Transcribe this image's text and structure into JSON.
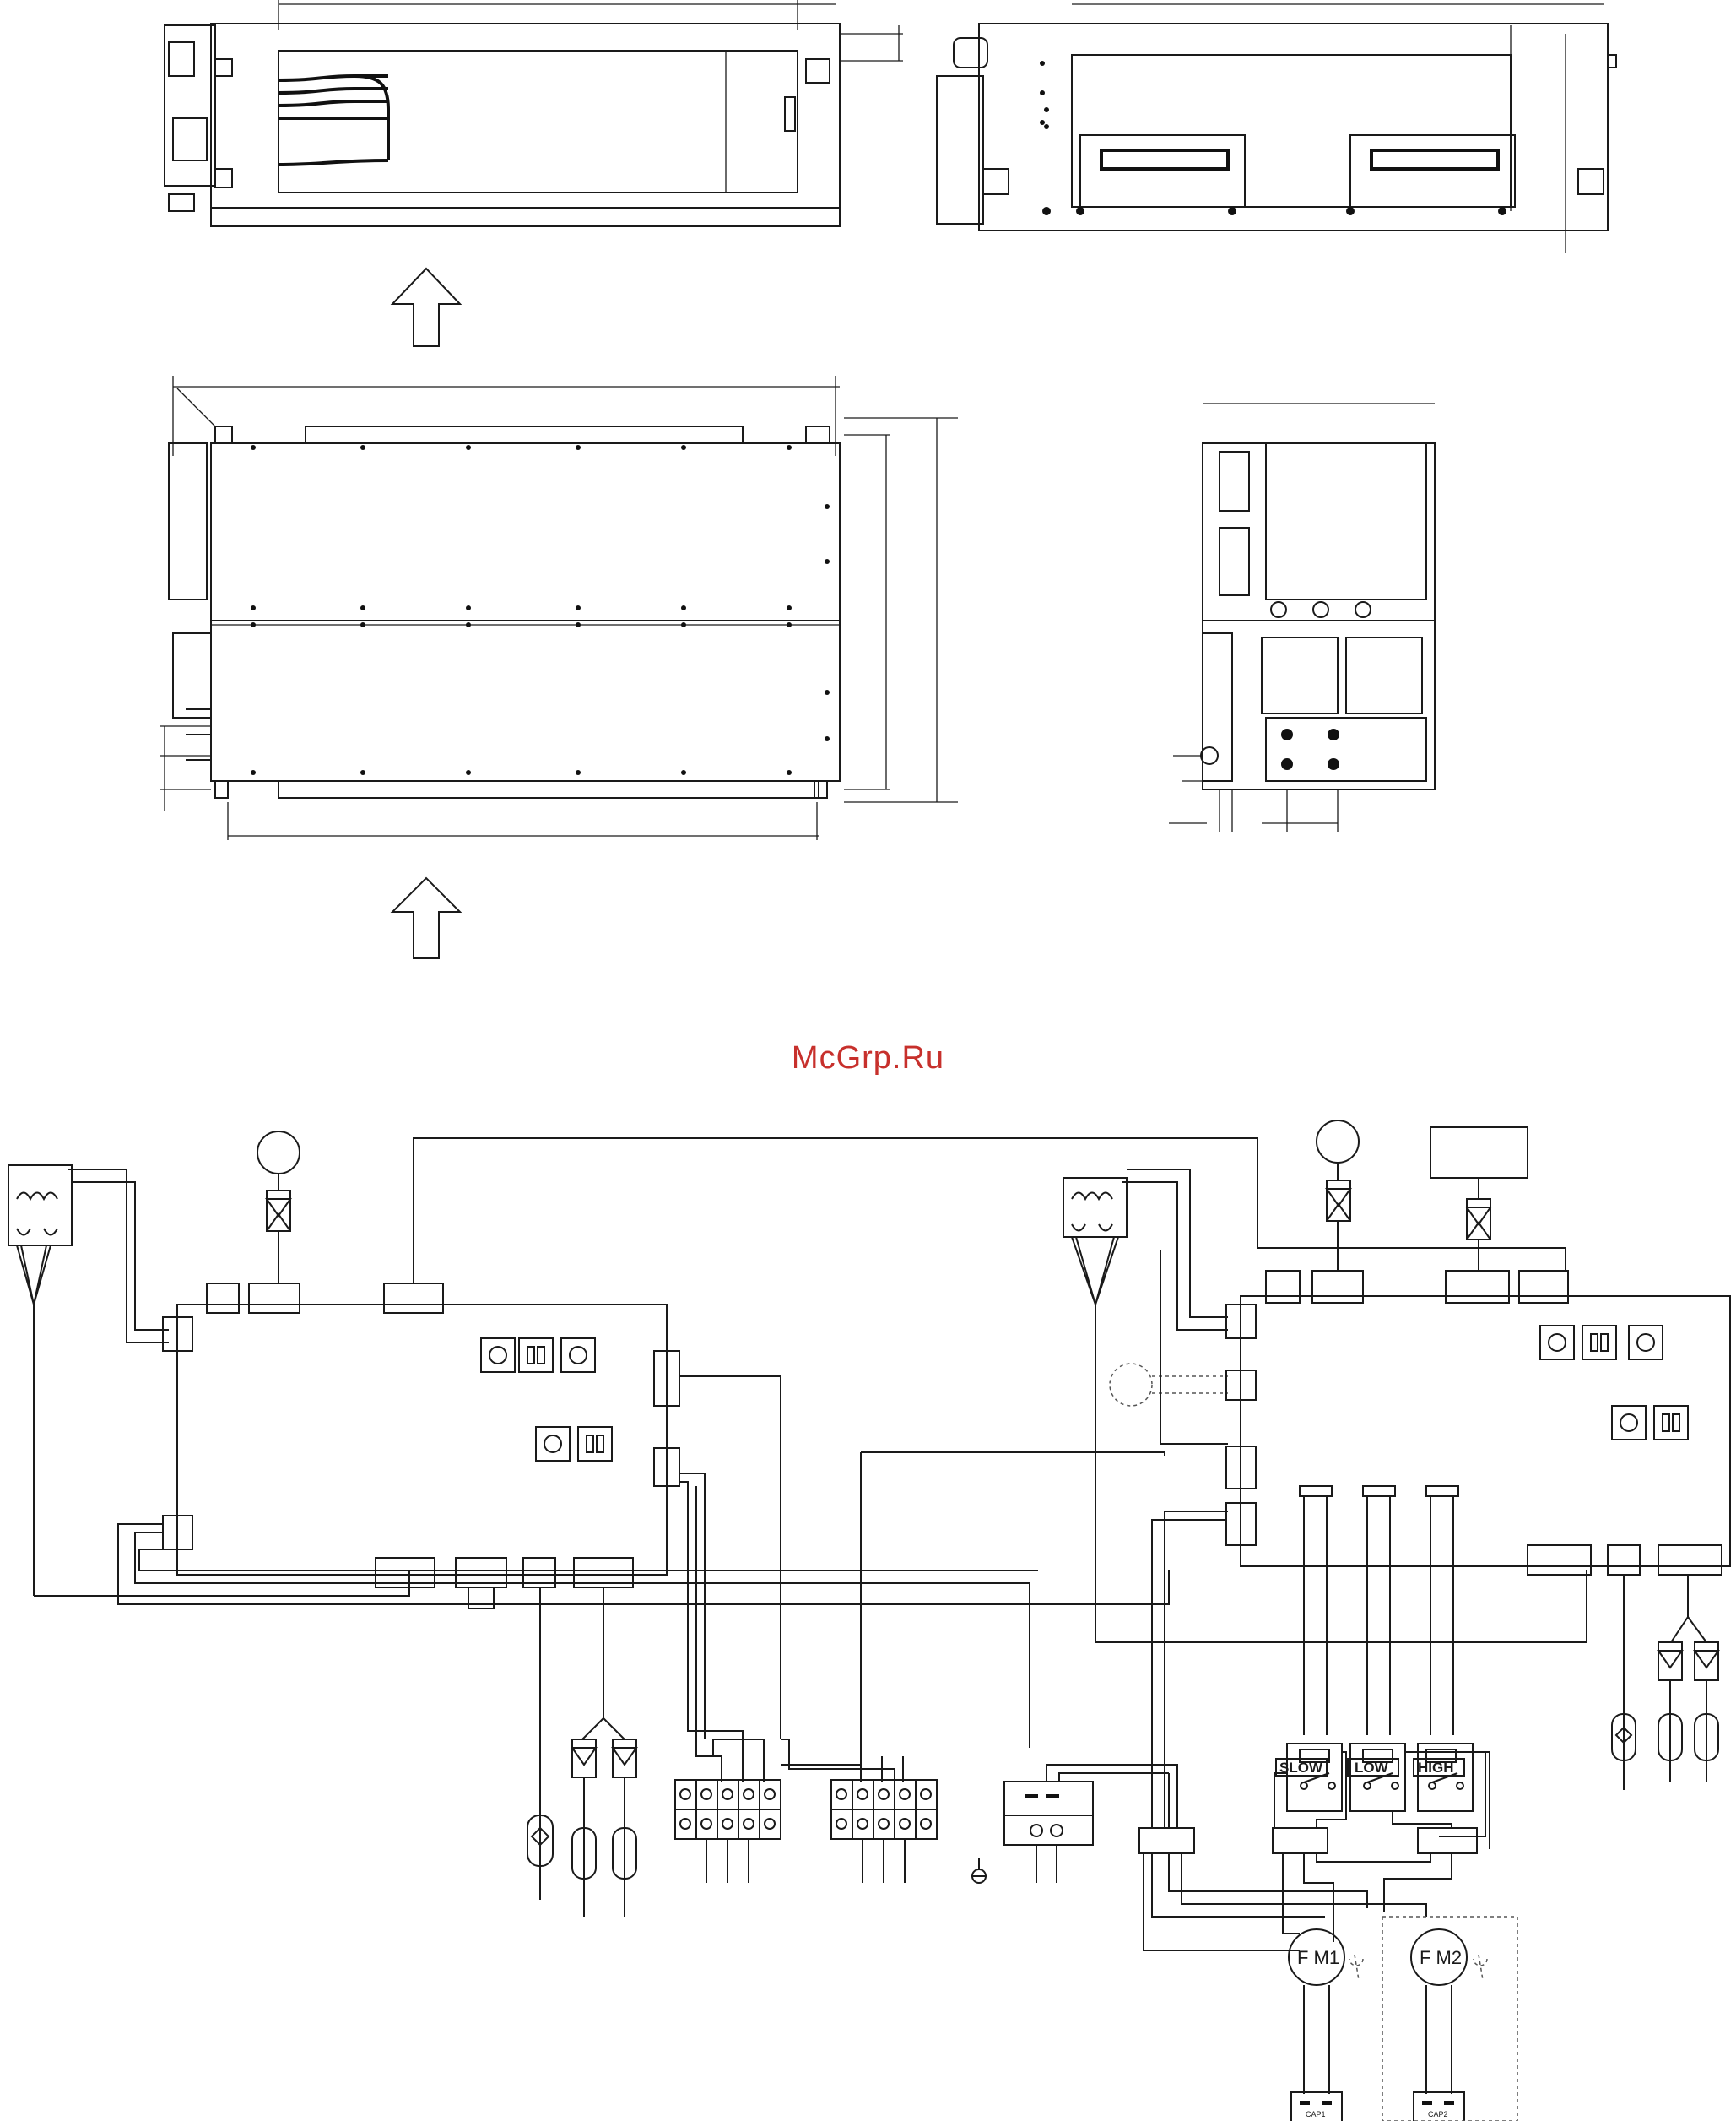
{
  "watermark": "McGrp.Ru",
  "motors": [
    {
      "label": "F M1",
      "capacitor": "CAP1"
    },
    {
      "label": "F M2",
      "capacitor": "CAP2"
    }
  ],
  "speed_relays": [
    "SLOW",
    "LOW",
    "HIGH"
  ]
}
